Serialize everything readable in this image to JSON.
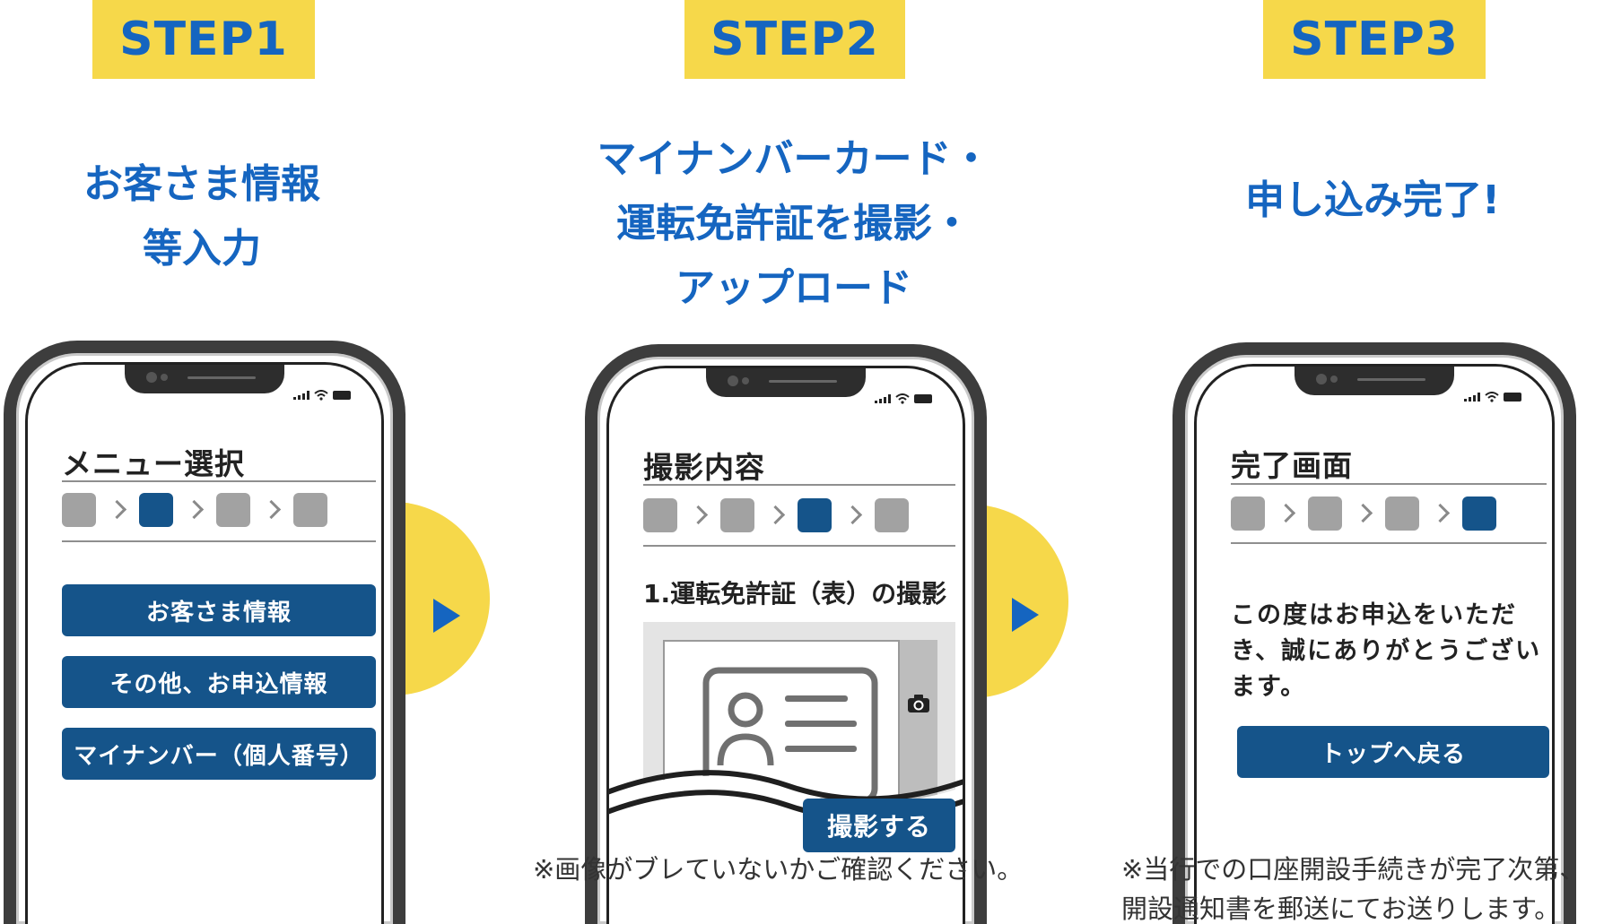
{
  "steps": [
    {
      "badge": "STEP1",
      "title_lines": [
        "お客さま情報",
        "等入力"
      ],
      "screen": {
        "title": "メニュー選択",
        "active_step": 2,
        "buttons": [
          "お客さま情報",
          "その他、お申込情報",
          "マイナンバー（個人番号）"
        ]
      }
    },
    {
      "badge": "STEP2",
      "title_lines": [
        "マイナンバーカード・",
        "運転免許証を撮影・",
        "アップロード"
      ],
      "screen": {
        "title": "撮影内容",
        "active_step": 3,
        "subheading": "1.運転免許証（表）の撮影",
        "button": "撮影する"
      },
      "note": "※画像がブレていないかご確認ください。"
    },
    {
      "badge": "STEP3",
      "title_lines": [
        "申し込み完了!"
      ],
      "screen": {
        "title": "完了画面",
        "active_step": 4,
        "message_lines": [
          "この度はお申込をいただ",
          "き、誠にありがとうござい",
          "ます。"
        ],
        "button": "トップへ戻る"
      },
      "note_lines": [
        "※当行での口座開設手続きが完了次第、",
        "開設通知書を郵送にてお送りします。"
      ]
    }
  ],
  "colors": {
    "accent_yellow": "#f6d84a",
    "title_blue": "#1565c0",
    "button_navy": "#15548a",
    "inactive_gray": "#a2a2a2"
  },
  "icons": [
    "play-arrow-icon",
    "camera-icon",
    "id-card-icon",
    "signal-icon",
    "wifi-icon",
    "battery-icon"
  ]
}
